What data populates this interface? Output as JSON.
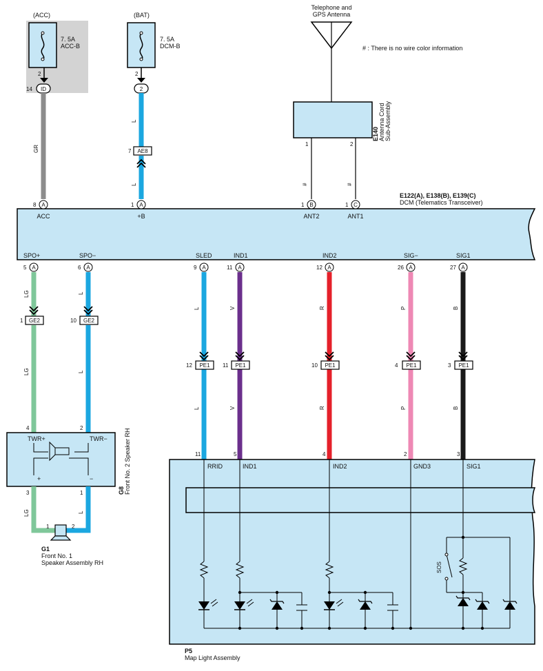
{
  "note": "# : There is no wire color information",
  "antenna": {
    "label_line1": "Telephone and",
    "label_line2": "GPS Antenna"
  },
  "e140": {
    "id": "E140",
    "name_line1": "Antenna Cord",
    "name_line2": "Sub-Assembly",
    "pin1": "1",
    "pin2": "2"
  },
  "fuses": {
    "acc": {
      "supply": "(ACC)",
      "rating": "7. 5A",
      "name": "ACC-B",
      "pin": "2",
      "junction_pin": "14",
      "junction_code": "ID"
    },
    "bat": {
      "supply": "(BAT)",
      "rating": "7. 5A",
      "name": "DCM-B",
      "pin": "2",
      "junction_code": "2"
    }
  },
  "dcm": {
    "ids": "E122(A), E138(B), E139(C)",
    "name": "DCM (Telematics Transceiver)",
    "top_pins": [
      {
        "num": "8",
        "conn": "A",
        "label": "ACC"
      },
      {
        "num": "1",
        "conn": "A",
        "label": "+B"
      },
      {
        "num": "1",
        "conn": "B",
        "label": "ANT2"
      },
      {
        "num": "1",
        "conn": "C",
        "label": "ANT1"
      }
    ],
    "bottom_pins": [
      {
        "num": "5",
        "conn": "A",
        "label": "SPO+"
      },
      {
        "num": "6",
        "conn": "A",
        "label": "SPO−"
      },
      {
        "num": "9",
        "conn": "A",
        "label": "SLED"
      },
      {
        "num": "11",
        "conn": "A",
        "label": "IND1"
      },
      {
        "num": "12",
        "conn": "A",
        "label": "IND2"
      },
      {
        "num": "26",
        "conn": "A",
        "label": "SIG−"
      },
      {
        "num": "27",
        "conn": "A",
        "label": "SIG1"
      }
    ]
  },
  "wire_colors": {
    "acc": "GR",
    "bat_upper": "L",
    "bat_lower": "L",
    "ant2": "#",
    "ant1": "#",
    "spo_plus_upper": "LG",
    "spo_plus_lower": "LG",
    "spo_minus_upper": "L",
    "spo_minus_lower": "L",
    "sled_upper": "L",
    "sled_lower": "L",
    "ind1_upper": "V",
    "ind1_lower": "V",
    "ind2_upper": "R",
    "ind2_lower": "R",
    "sig_minus_upper": "P",
    "sig_minus_lower": "P",
    "sig1_upper": "B",
    "sig1_lower": "B",
    "g8_plus_out": "LG",
    "g8_minus_out": "L"
  },
  "connectors": {
    "ae8": {
      "pin": "7",
      "code": "AE8"
    },
    "ge2_a": {
      "pin": "1",
      "code": "GE2"
    },
    "ge2_b": {
      "pin": "10",
      "code": "GE2"
    },
    "pe1": [
      {
        "pin": "12",
        "code": "PE1"
      },
      {
        "pin": "11",
        "code": "PE1"
      },
      {
        "pin": "10",
        "code": "PE1"
      },
      {
        "pin": "4",
        "code": "PE1"
      },
      {
        "pin": "3",
        "code": "PE1"
      }
    ]
  },
  "g8": {
    "id": "G8",
    "name": "Front No. 2 Speaker RH",
    "pin_plus_in": "4",
    "pin_minus_in": "2",
    "label_plus": "TWR+",
    "label_minus": "TWR−",
    "out_plus": "+",
    "out_minus": "−",
    "pin_plus_out": "3",
    "pin_minus_out": "1"
  },
  "g1": {
    "id": "G1",
    "name_line1": "Front No. 1",
    "name_line2": "Speaker Assembly RH",
    "pin1": "1",
    "pin2": "2"
  },
  "p5": {
    "id": "P5",
    "name": "Map Light Assembly",
    "pins": [
      {
        "num": "11",
        "label": "RRID"
      },
      {
        "num": "5",
        "label": "IND1"
      },
      {
        "num": "4",
        "label": "IND2"
      },
      {
        "num": "2",
        "label": "GND3"
      },
      {
        "num": "3",
        "label": "SIG1"
      }
    ],
    "switch_label": "SOS"
  },
  "colors": {
    "component_fill": "#c6e6f5",
    "fuse_bg": "#d3d3d3",
    "wire_GR": "#8c8c8c",
    "wire_L": "#1ba7e0",
    "wire_LG": "#7fc79a",
    "wire_V": "#6b2f8c",
    "wire_R": "#e5202a",
    "wire_P": "#ee88b4",
    "wire_B": "#1a1a1a"
  }
}
